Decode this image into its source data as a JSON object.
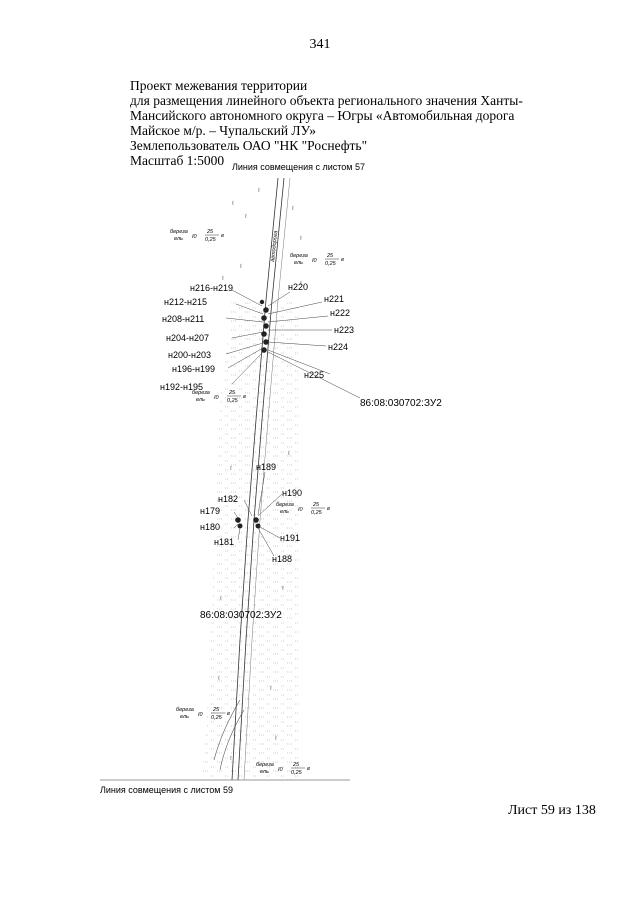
{
  "page_number": "341",
  "header": {
    "line1": "Проект межевания территории",
    "line2": "для размещения линейного объекта регионального значения Ханты-",
    "line3": "Мансийского автономного округа – Югры  «Автомобильная дорога",
    "line4": "Майское м/р. – Чупальский ЛУ»",
    "line5": "Землепользователь ОАО \"НК \"Роснефть\"",
    "line6": "Масштаб 1:5000"
  },
  "map": {
    "top_line_label": "Линия совмещения с листом 57",
    "bottom_line_label": "Линия совмещения с листом 59",
    "road_label": "автодорога",
    "parcel_labels": [
      "86:08:030702:ЗУ2",
      "86:08:030702:ЗУ2"
    ],
    "point_labels_left": [
      "н216-н219",
      "н212-н215",
      "н208-н211",
      "н204-н207",
      "н200-н203",
      "н196-н199",
      "н192-н195",
      "н182",
      "н179",
      "н180",
      "н181"
    ],
    "point_labels_right": [
      "н220",
      "н221",
      "н222",
      "н223",
      "н224",
      "н225",
      "н189",
      "н190",
      "н191",
      "н188"
    ],
    "forest_notes": [
      {
        "species_top": "береза",
        "species_bottom": "ель",
        "formula_num": "25",
        "formula_den": "0,25",
        "suffix": "в"
      },
      {
        "species_top": "береза",
        "species_bottom": "ель",
        "formula_num": "25",
        "formula_den": "0,25",
        "suffix": "в"
      },
      {
        "species_top": "береза",
        "species_bottom": "ель",
        "formula_num": "25",
        "formula_den": "0,25",
        "suffix": "в"
      },
      {
        "species_top": "береза",
        "species_bottom": "ель",
        "formula_num": "25",
        "formula_den": "0,25",
        "suffix": "в"
      },
      {
        "species_top": "береза",
        "species_bottom": "ель",
        "formula_num": "25",
        "formula_den": "0,25",
        "suffix": "в"
      },
      {
        "species_top": "береза",
        "species_bottom": "ель",
        "formula_num": "25",
        "formula_den": "0,25",
        "suffix": "в"
      }
    ]
  },
  "sheet_counter": "Лист 59 из 138"
}
